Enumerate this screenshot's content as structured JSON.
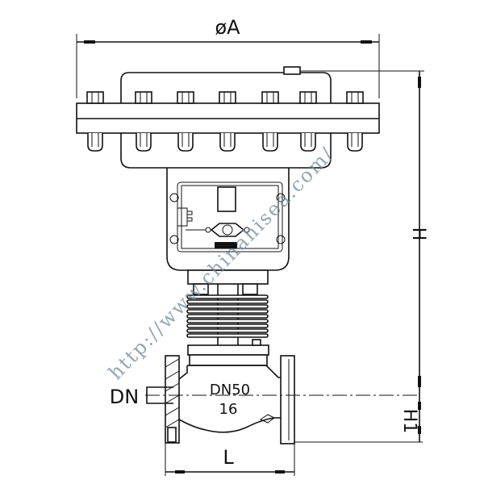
{
  "diagram": {
    "title": "Pneumatic diaphragm control valve outline drawing",
    "labels": {
      "diameter": "øA",
      "height": "H",
      "height1": "H1",
      "nominal_diameter": "DN",
      "body_size": "DN50",
      "body_pressure": "16",
      "length": "L"
    },
    "watermark": "http://www.chinahisea.com/",
    "colors": {
      "line": "#111111",
      "watermark": "#6f8a9a"
    }
  }
}
